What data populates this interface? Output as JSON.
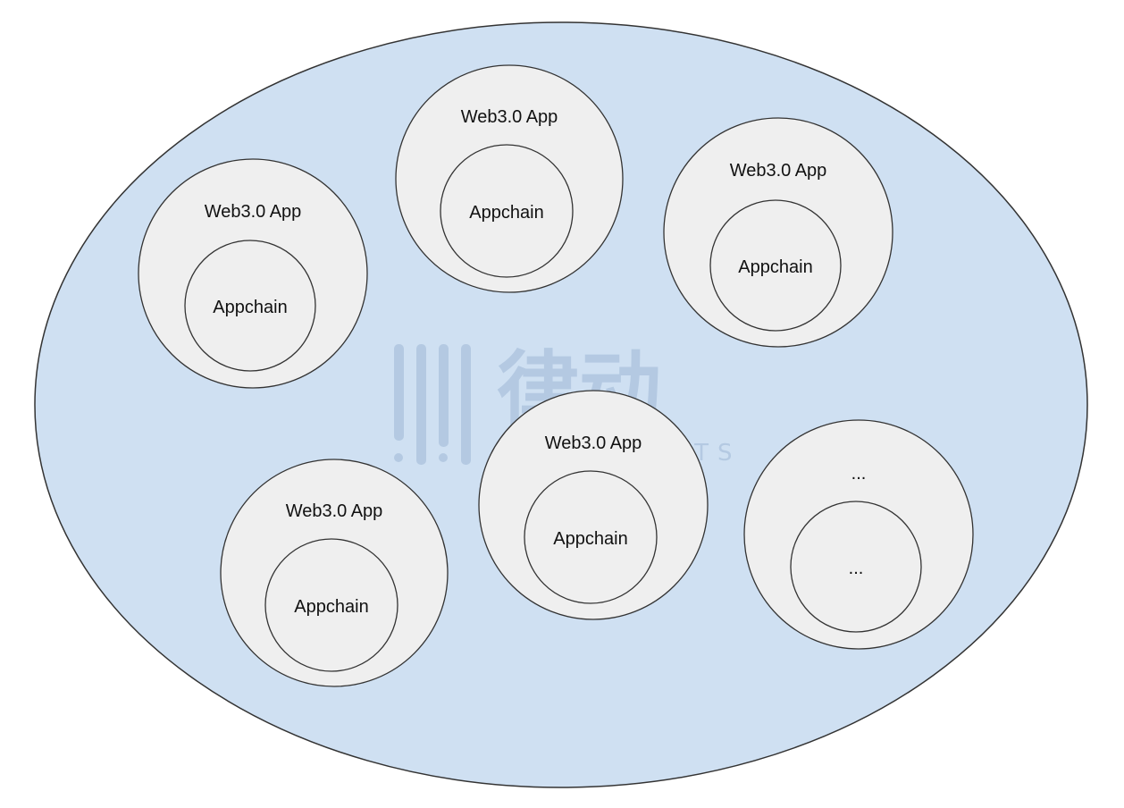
{
  "diagram": {
    "apps": [
      {
        "outer_label": "Web3.0 App",
        "inner_label": "Appchain"
      },
      {
        "outer_label": "Web3.0 App",
        "inner_label": "Appchain"
      },
      {
        "outer_label": "Web3.0 App",
        "inner_label": "Appchain"
      },
      {
        "outer_label": "Web3.0 App",
        "inner_label": "Appchain"
      },
      {
        "outer_label": "Web3.0 App",
        "inner_label": "Appchain"
      },
      {
        "outer_label": "...",
        "inner_label": "..."
      }
    ]
  },
  "watermark": {
    "cn_text": "律动",
    "en_text": "BLOCKBEATS"
  },
  "colors": {
    "ecosystem_fill": "#cfe0f2",
    "app_fill": "#efefef",
    "stroke": "#333333",
    "watermark": "#9fb8d6"
  }
}
